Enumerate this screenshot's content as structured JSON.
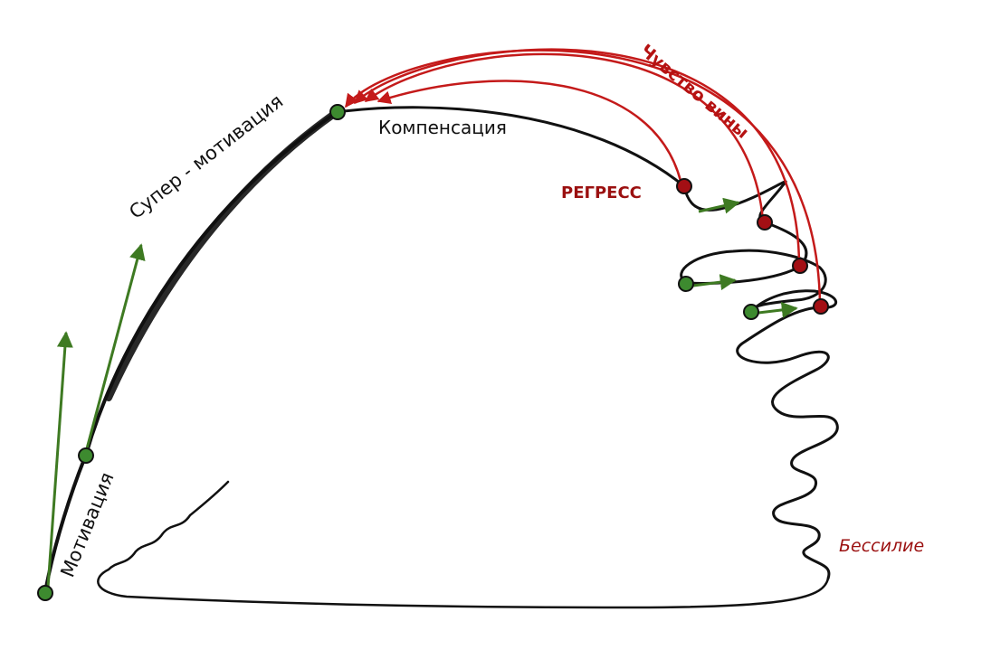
{
  "labels": {
    "motivation": "Мотивация",
    "super_motivation": "Супер - мотивация",
    "compensation": "Компенсация",
    "regress": "РЕГРЕСС",
    "guilt": "Чувство вины",
    "powerlessness": "Бессилие"
  },
  "colors": {
    "curve": "#111111",
    "start_node": "#3d8a2f",
    "regress_node": "#a30f14",
    "growth_arrow": "#3e7a22",
    "guilt_arrow": "#c41a1a",
    "label_red": "#9b1010"
  }
}
